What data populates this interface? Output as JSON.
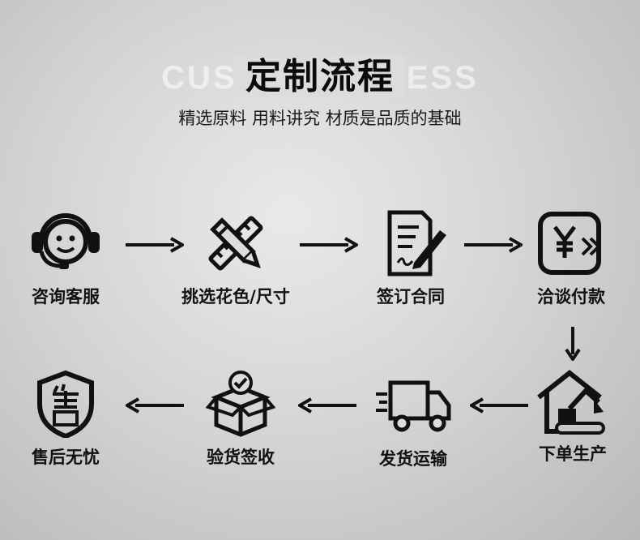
{
  "header": {
    "watermark": "CUSTOM          ROCESS",
    "title": "定制流程",
    "subtitle": "精选原料 用料讲究 材质是品质的基础"
  },
  "steps": [
    {
      "label": "咨询客服",
      "icon": "headset-smiley-icon"
    },
    {
      "label": "挑选花色/尺寸",
      "icon": "pencil-ruler-icon"
    },
    {
      "label": "签订合同",
      "icon": "contract-pen-icon"
    },
    {
      "label": "洽谈付款",
      "icon": "yuan-payment-icon"
    },
    {
      "label": "下单生产",
      "icon": "factory-excavator-icon"
    },
    {
      "label": "发货运输",
      "icon": "delivery-truck-icon"
    },
    {
      "label": "验货签收",
      "icon": "package-check-icon"
    },
    {
      "label": "售后无忧",
      "icon": "shield-after-sales-icon"
    }
  ]
}
